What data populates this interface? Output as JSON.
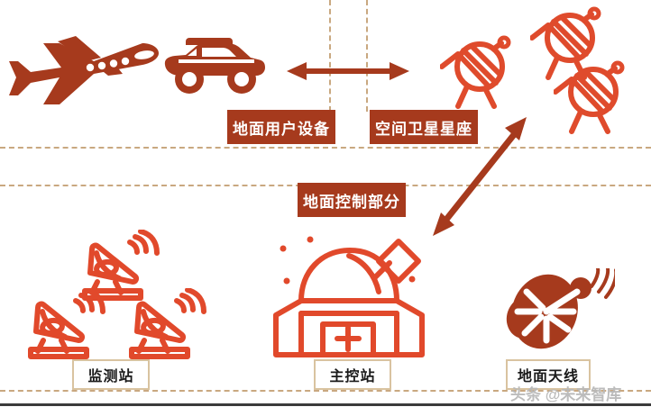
{
  "diagram": {
    "title_labels": {
      "user_equipment": "地面用户设备",
      "space_constellation": "空间卫星星座",
      "ground_control_segment": "地面控制部分"
    },
    "station_labels": {
      "monitor_station": "监测站",
      "master_control_station": "主控站",
      "ground_antenna": "地面天线"
    },
    "watermark": "头条 @未来智库",
    "colors": {
      "dark_red": "#a63a1d",
      "bright_orange_red": "#df4b2c",
      "dashed_line": "#c9a880",
      "chip_light_border": "#d9c3a0",
      "bottom_rule": "#3b3b3b",
      "watermark_gray": "#b9b9b9",
      "background": "#ffffff"
    },
    "icons": {
      "airplane": "airplane-icon",
      "vehicle": "suv-vehicle-icon",
      "satellite_1": "satellite-icon",
      "satellite_2": "satellite-icon",
      "satellite_3": "satellite-icon",
      "dish_1": "monitor-dish-icon",
      "dish_2": "monitor-dish-icon",
      "dish_3": "monitor-dish-icon",
      "control_building": "observatory-building-icon",
      "ground_antenna": "ground-antenna-dish-icon",
      "horizontal_arrow": "double-headed-horizontal-arrow-icon",
      "diagonal_arrow": "double-headed-diagonal-arrow-icon"
    }
  }
}
